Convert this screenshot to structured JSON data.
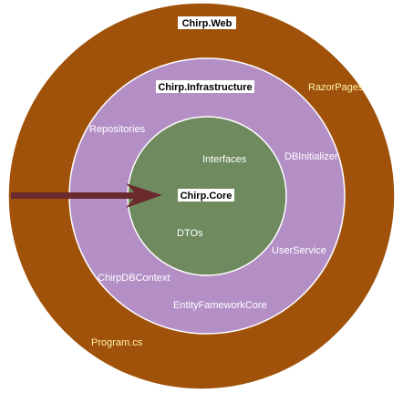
{
  "layers": {
    "web": {
      "title": "Chirp.Web",
      "fill": "#a0520a",
      "items": {
        "razor_pages": "RazorPages",
        "program": "Program.cs"
      }
    },
    "infrastructure": {
      "title": "Chirp.Infrastructure",
      "fill": "#b48fc6",
      "items": {
        "repositories": "Repositories",
        "db_initializer": "DBInitializer",
        "user_service": "UserService",
        "chirp_db_context": "ChirpDBContext",
        "entity_framework_core": "EntityFameworkCore"
      }
    },
    "core": {
      "title": "Chirp.Core",
      "fill": "#6e8a5e",
      "items": {
        "interfaces": "Interfaces",
        "dtos": "DTOs"
      }
    }
  },
  "arrow": {
    "color": "#6b2a2e"
  },
  "title_bg": "#ffffff",
  "outline": "#ffffff"
}
